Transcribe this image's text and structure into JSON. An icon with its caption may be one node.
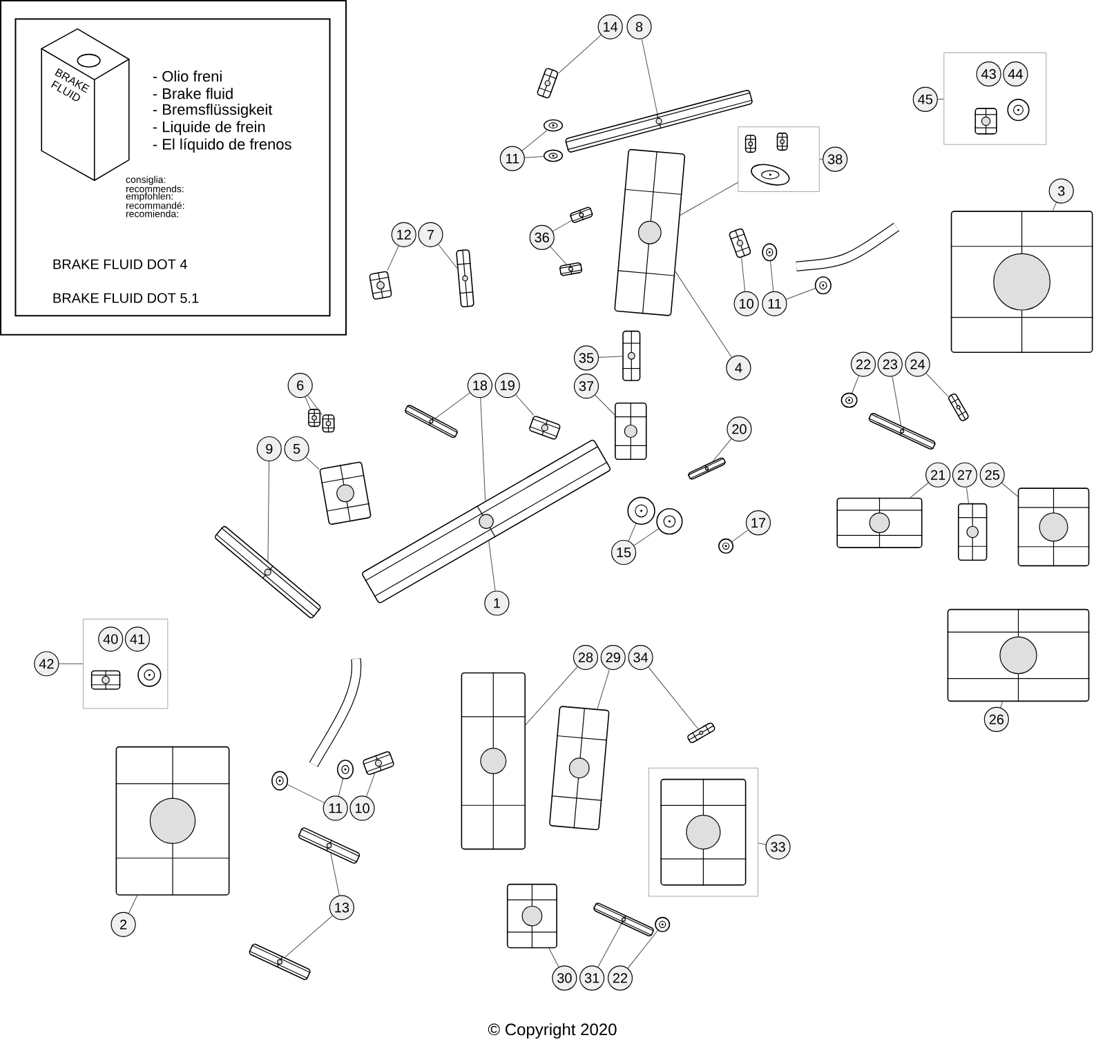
{
  "diagram": {
    "nodes": [
      {
        "text": [
          "14"
        ]
      },
      {
        "text": [
          "8"
        ]
      },
      {
        "text": [],
        "shape": "picture"
      },
      {
        "text": [],
        "shape": "picture"
      },
      {
        "text": [
          "11"
        ]
      },
      {
        "text": [],
        "shape": "picture"
      },
      {
        "text": [],
        "shape": "picture"
      },
      {
        "text": [
          "12"
        ]
      },
      {
        "text": [
          "7"
        ]
      },
      {
        "text": [],
        "shape": "picture"
      },
      {
        "text": [],
        "shape": "picture"
      },
      {
        "text": [
          "36"
        ]
      },
      {
        "text": [],
        "shape": "picture"
      },
      {
        "text": [],
        "shape": "picture"
      },
      {
        "text": [],
        "shape": "box"
      },
      {
        "text": [],
        "shape": "picture",
        "in": 14
      },
      {
        "text": [],
        "shape": "picture",
        "in": 14
      },
      {
        "text": [],
        "shape": "picture",
        "in": 14
      },
      {
        "text": [
          "38"
        ]
      },
      {
        "text": [],
        "shape": "picture"
      },
      {
        "text": [],
        "shape": "box"
      },
      {
        "text": [
          "43"
        ],
        "in": 20
      },
      {
        "text": [
          "44"
        ],
        "in": 20
      },
      {
        "text": [],
        "shape": "picture",
        "in": 20
      },
      {
        "text": [],
        "shape": "picture",
        "in": 20
      },
      {
        "text": [
          "45"
        ]
      },
      {
        "text": [
          "3"
        ]
      },
      {
        "text": [],
        "shape": "picture"
      },
      {
        "text": [
          "10"
        ]
      },
      {
        "text": [
          "11"
        ]
      },
      {
        "text": [],
        "shape": "picture"
      },
      {
        "text": [],
        "shape": "picture"
      },
      {
        "text": [],
        "shape": "picture"
      },
      {
        "text": [
          "35"
        ]
      },
      {
        "text": [],
        "shape": "picture"
      },
      {
        "text": [
          "4"
        ]
      },
      {
        "text": [
          "37"
        ]
      },
      {
        "text": [],
        "shape": "picture"
      },
      {
        "text": [
          "6"
        ]
      },
      {
        "text": [],
        "shape": "picture"
      },
      {
        "text": [],
        "shape": "picture"
      },
      {
        "text": [
          "18"
        ]
      },
      {
        "text": [
          "19"
        ]
      },
      {
        "text": [],
        "shape": "picture"
      },
      {
        "text": [],
        "shape": "picture"
      },
      {
        "text": [
          "22"
        ]
      },
      {
        "text": [
          "23"
        ]
      },
      {
        "text": [
          "24"
        ]
      },
      {
        "text": [],
        "shape": "picture"
      },
      {
        "text": [],
        "shape": "picture"
      },
      {
        "text": [],
        "shape": "picture"
      },
      {
        "text": [
          "20"
        ]
      },
      {
        "text": [],
        "shape": "picture"
      },
      {
        "text": [
          "9"
        ]
      },
      {
        "text": [
          "5"
        ]
      },
      {
        "text": [],
        "shape": "picture"
      },
      {
        "text": [],
        "shape": "picture"
      },
      {
        "text": [
          "21"
        ]
      },
      {
        "text": [
          "27"
        ]
      },
      {
        "text": [
          "25"
        ]
      },
      {
        "text": [],
        "shape": "picture"
      },
      {
        "text": [],
        "shape": "picture"
      },
      {
        "text": [],
        "shape": "picture"
      },
      {
        "text": [
          "17"
        ]
      },
      {
        "text": [],
        "shape": "picture"
      },
      {
        "text": [
          "15"
        ]
      },
      {
        "text": [],
        "shape": "picture"
      },
      {
        "text": [],
        "shape": "picture"
      },
      {
        "text": [
          "1"
        ]
      },
      {
        "text": [],
        "shape": "picture"
      },
      {
        "text": [],
        "shape": "box"
      },
      {
        "text": [
          "40"
        ],
        "in": 70
      },
      {
        "text": [
          "41"
        ],
        "in": 70
      },
      {
        "text": [],
        "shape": "picture",
        "in": 70
      },
      {
        "text": [],
        "shape": "picture",
        "in": 70
      },
      {
        "text": [
          "42"
        ]
      },
      {
        "text": [
          "28"
        ]
      },
      {
        "text": [
          "29"
        ]
      },
      {
        "text": [
          "34"
        ]
      },
      {
        "text": [],
        "shape": "picture"
      },
      {
        "text": [],
        "shape": "picture"
      },
      {
        "text": [],
        "shape": "picture"
      },
      {
        "text": [
          "26"
        ]
      },
      {
        "text": [],
        "shape": "picture"
      },
      {
        "text": [
          "11"
        ]
      },
      {
        "text": [
          "10"
        ]
      },
      {
        "text": [],
        "shape": "picture"
      },
      {
        "text": [],
        "shape": "picture"
      },
      {
        "text": [],
        "shape": "picture"
      },
      {
        "text": [],
        "shape": "box"
      },
      {
        "text": [],
        "shape": "picture",
        "in": 89
      },
      {
        "text": [
          "33"
        ]
      },
      {
        "text": [
          "13"
        ]
      },
      {
        "text": [],
        "shape": "picture"
      },
      {
        "text": [],
        "shape": "picture"
      },
      {
        "text": [
          "2"
        ]
      },
      {
        "text": [],
        "shape": "picture"
      },
      {
        "text": [
          "30"
        ]
      },
      {
        "text": [
          "31"
        ]
      },
      {
        "text": [
          "22"
        ]
      },
      {
        "text": [],
        "shape": "picture"
      },
      {
        "text": [],
        "shape": "picture"
      },
      {
        "text": [],
        "shape": "picture"
      }
    ],
    "edges": [
      {
        "from": 0,
        "to": 2,
        "arrow": "none"
      },
      {
        "from": 1,
        "to": 3,
        "arrow": "none"
      },
      {
        "from": 4,
        "to": 5,
        "arrow": "none"
      },
      {
        "from": 4,
        "to": 6,
        "arrow": "none"
      },
      {
        "from": 7,
        "to": 9,
        "arrow": "none"
      },
      {
        "from": 8,
        "to": 10,
        "arrow": "none"
      },
      {
        "from": 11,
        "to": 12,
        "arrow": "none"
      },
      {
        "from": 11,
        "to": 13,
        "arrow": "none"
      },
      {
        "from": 18,
        "to": 14,
        "arrow": "none"
      },
      {
        "from": 14,
        "to": 19,
        "arrow": "none"
      },
      {
        "from": 25,
        "to": 20,
        "arrow": "none"
      },
      {
        "from": 26,
        "to": 27,
        "arrow": "none"
      },
      {
        "from": 28,
        "to": 30,
        "arrow": "none"
      },
      {
        "from": 29,
        "to": 31,
        "arrow": "none"
      },
      {
        "from": 29,
        "to": 32,
        "arrow": "none"
      },
      {
        "from": 33,
        "to": 34,
        "arrow": "none"
      },
      {
        "from": 35,
        "to": 19,
        "arrow": "none"
      },
      {
        "from": 36,
        "to": 37,
        "arrow": "none"
      },
      {
        "from": 38,
        "to": 39,
        "arrow": "none"
      },
      {
        "from": 38,
        "to": 40,
        "arrow": "none"
      },
      {
        "from": 41,
        "to": 43,
        "arrow": "none"
      },
      {
        "from": 41,
        "to": 69,
        "arrow": "none"
      },
      {
        "from": 42,
        "to": 44,
        "arrow": "none"
      },
      {
        "from": 45,
        "to": 48,
        "arrow": "none"
      },
      {
        "from": 46,
        "to": 49,
        "arrow": "none"
      },
      {
        "from": 47,
        "to": 50,
        "arrow": "none"
      },
      {
        "from": 51,
        "to": 52,
        "arrow": "none"
      },
      {
        "from": 53,
        "to": 55,
        "arrow": "none"
      },
      {
        "from": 54,
        "to": 56,
        "arrow": "none"
      },
      {
        "from": 57,
        "to": 60,
        "arrow": "none"
      },
      {
        "from": 58,
        "to": 61,
        "arrow": "none"
      },
      {
        "from": 59,
        "to": 62,
        "arrow": "none"
      },
      {
        "from": 63,
        "to": 64,
        "arrow": "none"
      },
      {
        "from": 65,
        "to": 66,
        "arrow": "none"
      },
      {
        "from": 65,
        "to": 67,
        "arrow": "none"
      },
      {
        "from": 68,
        "to": 69,
        "arrow": "none"
      },
      {
        "from": 75,
        "to": 70,
        "arrow": "none"
      },
      {
        "from": 76,
        "to": 79,
        "arrow": "none"
      },
      {
        "from": 77,
        "to": 80,
        "arrow": "none"
      },
      {
        "from": 78,
        "to": 81,
        "arrow": "none"
      },
      {
        "from": 82,
        "to": 83,
        "arrow": "none"
      },
      {
        "from": 84,
        "to": 86,
        "arrow": "none"
      },
      {
        "from": 84,
        "to": 87,
        "arrow": "none"
      },
      {
        "from": 85,
        "to": 88,
        "arrow": "none"
      },
      {
        "from": 91,
        "to": 89,
        "arrow": "none"
      },
      {
        "from": 92,
        "to": 93,
        "arrow": "none"
      },
      {
        "from": 92,
        "to": 94,
        "arrow": "none"
      },
      {
        "from": 95,
        "to": 96,
        "arrow": "none"
      },
      {
        "from": 97,
        "to": 100,
        "arrow": "none"
      },
      {
        "from": 98,
        "to": 101,
        "arrow": "none"
      },
      {
        "from": 99,
        "to": 102,
        "arrow": "none"
      }
    ],
    "labels": [
      "BRAKE FLUID",
      "- Olio freni",
      "- Brake fluid",
      "- Bremsflüssigkeit",
      "- Liquide de frein",
      "- El líquido de frenos",
      "consiglia:",
      "recommends:",
      "empfohlen:",
      "recommandé:",
      "recomienda:",
      "BRAKE FLUID DOT 4",
      "BRAKE FLUID DOT 5.1",
      "© Copyright 2020"
    ]
  }
}
